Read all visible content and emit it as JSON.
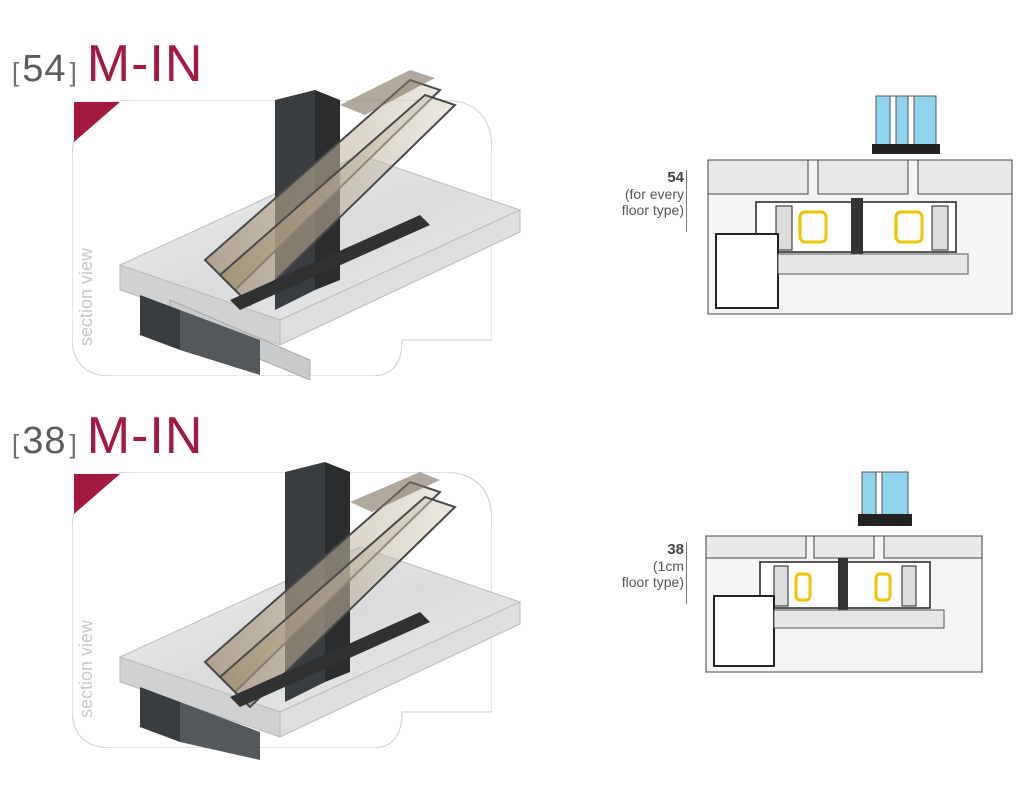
{
  "sections": [
    {
      "num": "54",
      "name": "M-IN",
      "bracket_open": "[",
      "bracket_close": "]",
      "view_label": "section view",
      "legend_num": "54",
      "legend_line1": "(for every",
      "legend_line2": "floor type)"
    },
    {
      "num": "38",
      "name": "M-IN",
      "bracket_open": "[",
      "bracket_close": "]",
      "view_label": "section view",
      "legend_num": "38",
      "legend_line1": "(1cm",
      "legend_line2": "floor type)"
    }
  ],
  "colors": {
    "accent": "#a3193f",
    "glass": "#8fd3ee",
    "gasket": "#f2c200",
    "profile": "#3a3d40",
    "marble": "#e4e6e8"
  }
}
